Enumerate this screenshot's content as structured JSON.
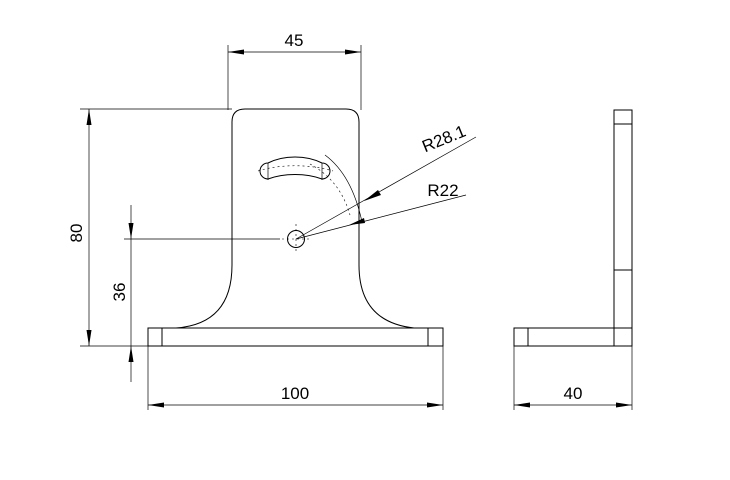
{
  "drawing": {
    "dimensions": {
      "width_top": "45",
      "height_total": "80",
      "hole_height": "36",
      "width_base": "100",
      "depth": "40",
      "radius_outer": "R28.1",
      "radius_inner": "R22"
    }
  }
}
